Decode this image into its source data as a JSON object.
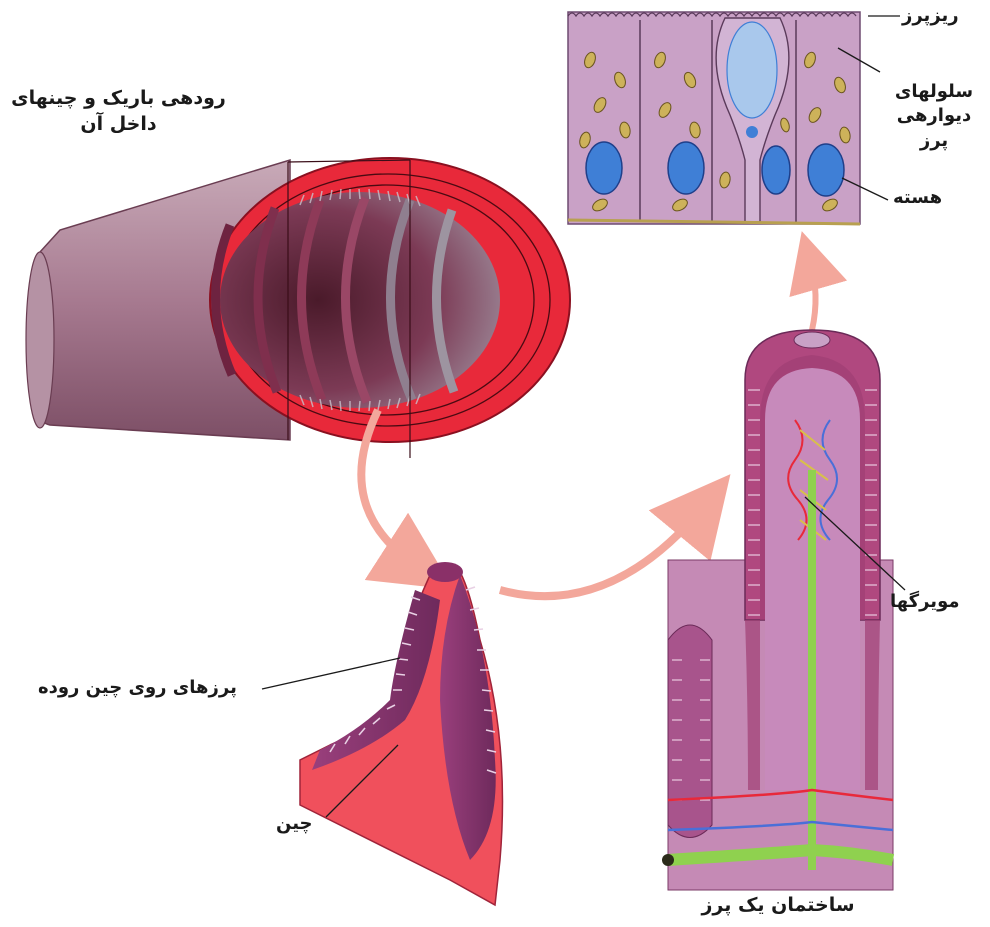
{
  "labels": {
    "intestine": "رودهی باریک و چینهای داخل آن",
    "microvilli": "ریزپرز",
    "wall_cells": "سلولهای دیوارهی پرز",
    "nucleus": "هسته",
    "capillaries": "مویرگها",
    "villi_on_fold": "پرزهای روی چین روده",
    "fold": "چین",
    "villus_structure": "ساختمان یک پرز"
  },
  "colors": {
    "wall_red": "#e8293a",
    "cell_purple": "#c9a1c6",
    "villus_pink": "#b0487f",
    "arrow_pink": "#f3a79b",
    "lacteal_green": "#8fd14f",
    "vein_blue": "#4a6fd8",
    "nucleus_blue": "#3f7fd6"
  }
}
